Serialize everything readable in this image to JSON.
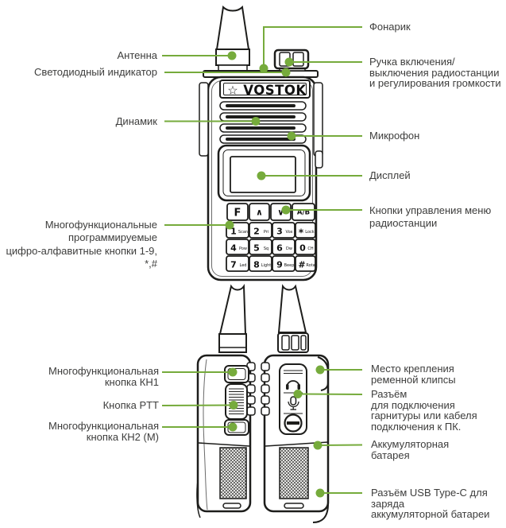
{
  "colors": {
    "accent_green": "#76ab3c",
    "label_text": "#3d3d3c",
    "outline_ink": "#1d1d1b"
  },
  "logo": {
    "star": "☆",
    "text": "VOSTOK"
  },
  "icons": {
    "headset": "headset-icon",
    "microphone": "microphone-icon",
    "screw": "screw-icon",
    "star": "star-icon",
    "callout_dot": "callout-dot"
  },
  "front_view": {
    "labels_left": [
      {
        "id": "antenna",
        "text": "Антенна"
      },
      {
        "id": "led",
        "text": "Светодиодный индикатор"
      },
      {
        "id": "speaker",
        "text": "Динамик"
      },
      {
        "id": "keys",
        "text": "Многофункциональные\nпрограммируемые\nцифро-алфавитные кнопки 1-9, *,#"
      }
    ],
    "labels_right": [
      {
        "id": "flashlight",
        "text": "Фонарик"
      },
      {
        "id": "knob",
        "text": "Ручка включения/\nвыключения радиостанции\nи регулирования громкости"
      },
      {
        "id": "mic",
        "text": "Микрофон"
      },
      {
        "id": "display",
        "text": "Дисплей"
      },
      {
        "id": "menu",
        "text": "Кнопки управления меню\nрадиостанции"
      }
    ]
  },
  "side_view": {
    "labels_left": [
      {
        "id": "kh1",
        "text": "Многофункциональная\nкнопка КН1"
      },
      {
        "id": "ptt",
        "text": "Кнопка PTT"
      },
      {
        "id": "kh2",
        "text": "Многофункциональная\nкнопка КН2 (М)"
      }
    ],
    "labels_right": [
      {
        "id": "clip",
        "text": "Место крепления\nременной клипсы"
      },
      {
        "id": "jack",
        "text": "Разъём\nдля подключения\nгарнитуры или кабеля\nподключения к ПК."
      },
      {
        "id": "battery",
        "text": "Аккумуляторная\nбатарея"
      },
      {
        "id": "usb",
        "text": "Разъём USB Type-C для заряда\nаккумуляторной батареи"
      }
    ]
  },
  "keypad": {
    "function_row": [
      "F",
      "∧",
      "∨",
      "A/B"
    ],
    "keys": [
      {
        "num": "1",
        "sub": "Scan"
      },
      {
        "num": "2",
        "sub": "Pri"
      },
      {
        "num": "3",
        "sub": "Vox"
      },
      {
        "num": "*",
        "sub": "Lock"
      },
      {
        "num": "4",
        "sub": "Pow"
      },
      {
        "num": "5",
        "sub": "Sq"
      },
      {
        "num": "6",
        "sub": "Dw"
      },
      {
        "num": "0",
        "sub": "CH"
      },
      {
        "num": "7",
        "sub": "Led"
      },
      {
        "num": "8",
        "sub": "Light"
      },
      {
        "num": "9",
        "sub": "Beep"
      },
      {
        "num": "#",
        "sub": "Rota"
      }
    ]
  }
}
